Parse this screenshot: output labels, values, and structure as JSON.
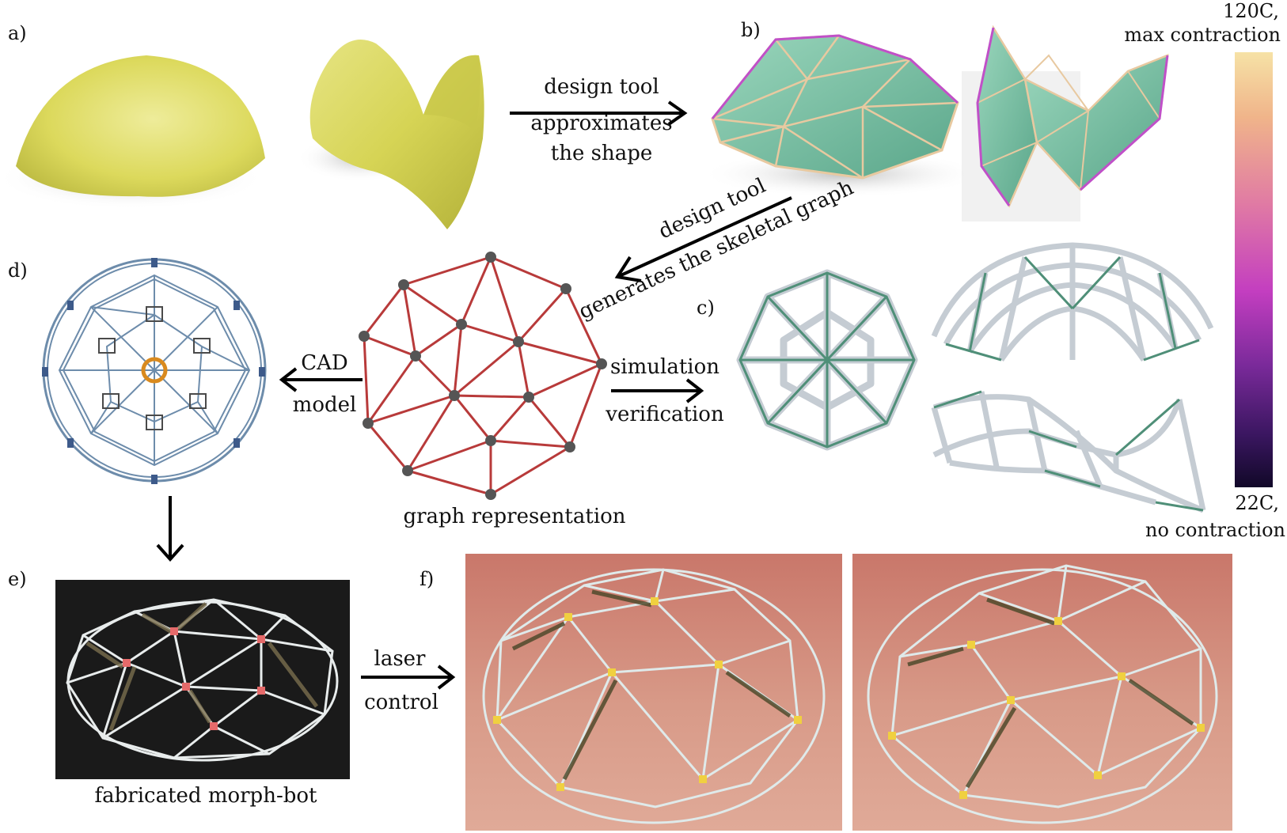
{
  "panel_labels": {
    "a": "a)",
    "b": "b)",
    "c": "c)",
    "d": "d)",
    "e": "e)",
    "f": "f)"
  },
  "captions": {
    "design_tool_1": "design tool",
    "approximates_1": "approximates",
    "approximates_2": "the shape",
    "design_tool_2": "design tool",
    "generates": "generates the skeletal graph",
    "simulation": "simulation",
    "verification": "verification",
    "cad_1": "CAD",
    "cad_2": "model",
    "graph_representation": "graph representation",
    "fabricated": "fabricated morph-bot",
    "laser_1": "laser",
    "laser_2": "control"
  },
  "colorbar": {
    "top_1": "120C,",
    "top_2": "max contraction",
    "bottom_1": "22C,",
    "bottom_2": "no contraction"
  },
  "colors": {
    "yellow_surface": "#e2e06a",
    "mesh_face": "#7fc4a8",
    "mesh_edge": "#e8c9a0",
    "mesh_boundary": "#c050c8",
    "graph_red": "#b83a3a",
    "node_gray": "#555555",
    "cad_blue": "#6d8cab"
  }
}
